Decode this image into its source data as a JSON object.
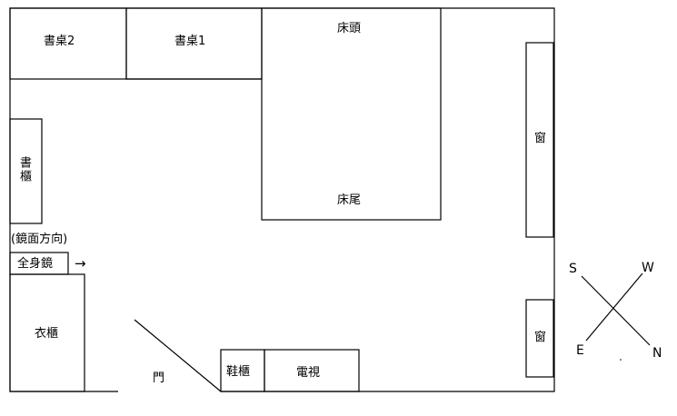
{
  "furniture": {
    "desk2": "書桌2",
    "desk1": "書桌1",
    "bed_head": "床頭",
    "bed_foot": "床尾",
    "bookcase": "書櫃",
    "window_upper": "窗",
    "window_lower": "窗",
    "mirror_note": "(鏡面方向)",
    "mirror": "全身鏡",
    "mirror_arrow": "→",
    "wardrobe": "衣櫃",
    "door": "門",
    "shoe_cabinet": "鞋櫃",
    "tv": "電視"
  },
  "compass": {
    "s": "S",
    "w": "W",
    "e": "E",
    "n": "N"
  },
  "colors": {
    "line": "#000000",
    "background": "#ffffff"
  }
}
